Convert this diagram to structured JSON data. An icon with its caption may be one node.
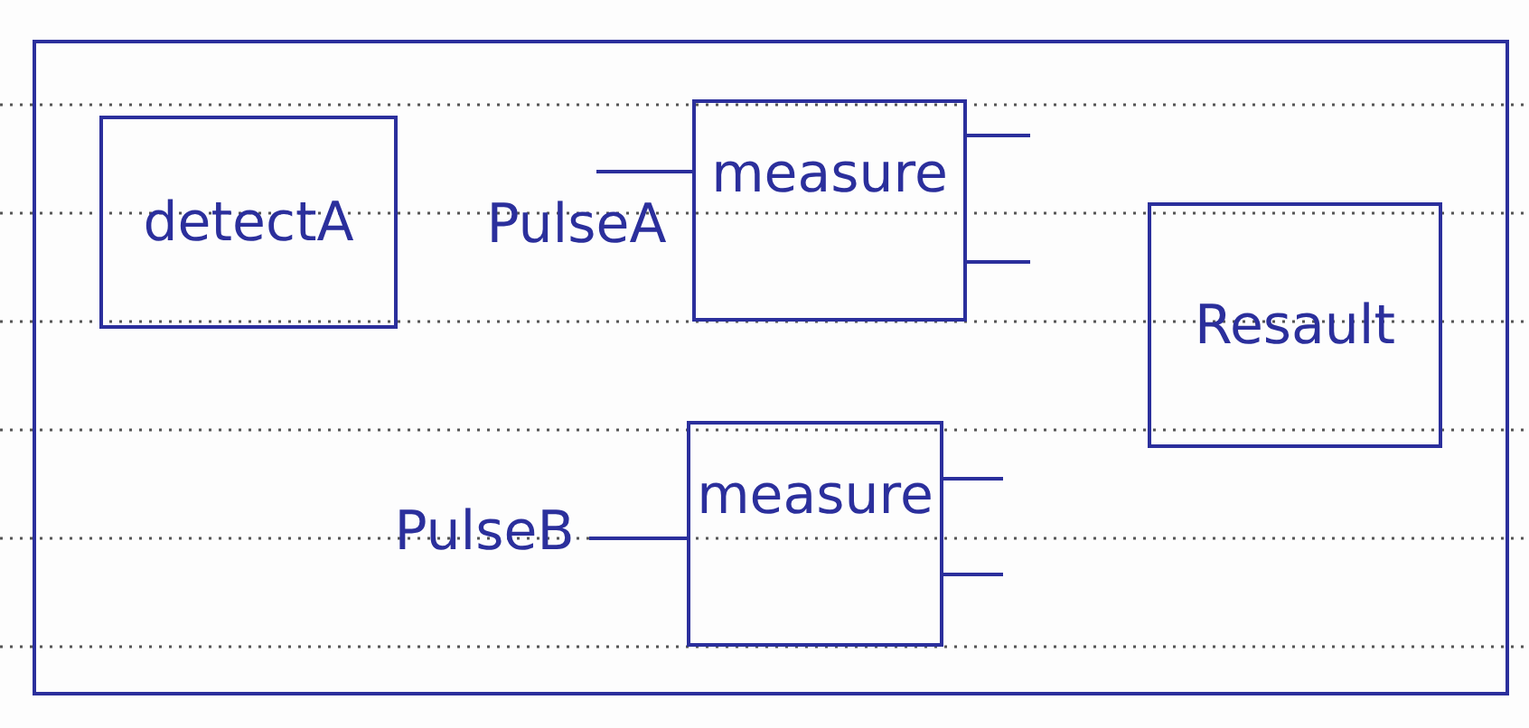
{
  "diagram": {
    "nodes": [
      {
        "text": [],
        "shape": "box"
      },
      {
        "text": [
          "detectA"
        ],
        "in": 0
      },
      {
        "text": [
          "PulseA"
        ],
        "in": 0
      },
      {
        "text": [
          "measure"
        ],
        "in": 0
      },
      {
        "text": [
          "Resault"
        ],
        "in": 0
      },
      {
        "text": [
          "PulseB"
        ],
        "in": 0
      },
      {
        "text": [
          "measure"
        ],
        "in": 0
      }
    ],
    "edges": [
      {
        "from": 2,
        "to": 3,
        "arrow": "none"
      },
      {
        "from": 3,
        "to": null,
        "arrow": "none"
      },
      {
        "from": 3,
        "to": null,
        "arrow": "none"
      },
      {
        "from": 5,
        "to": 6,
        "arrow": "none"
      },
      {
        "from": 6,
        "to": null,
        "arrow": "none"
      },
      {
        "from": 6,
        "to": null,
        "arrow": "none"
      }
    ]
  }
}
